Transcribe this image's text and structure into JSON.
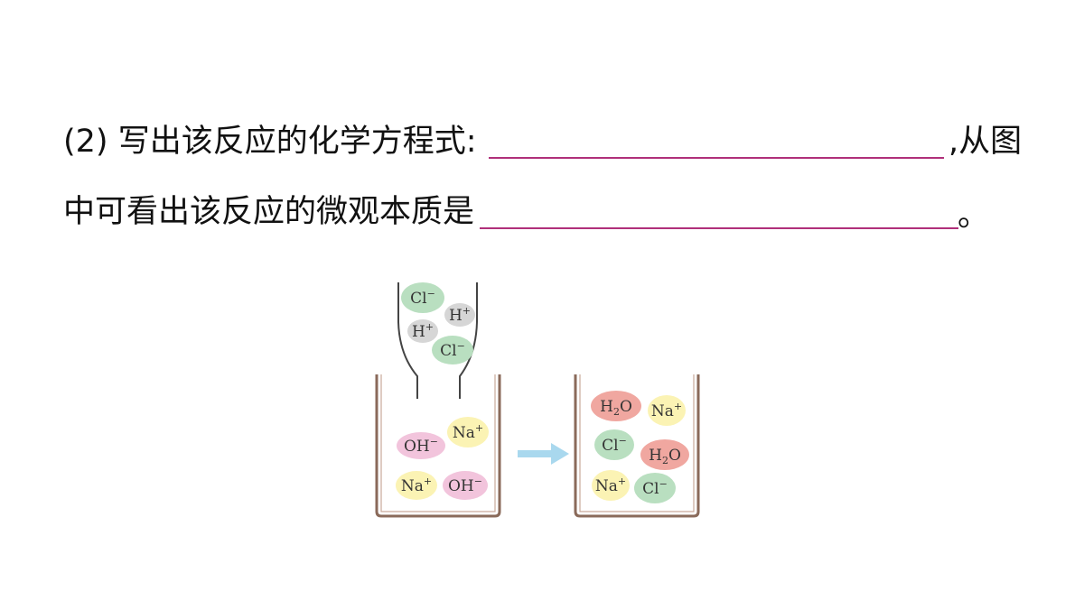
{
  "question": {
    "line1_prefix": "(2) 写出该反应的化学方程式:",
    "line1_suffix": ",从图",
    "line2_prefix": "中可看出该反应的微观本质是",
    "line2_suffix": "。"
  },
  "diagram": {
    "dropper_ions": [
      {
        "base": "Cl",
        "sup": "−",
        "color": "#b9dfc0"
      },
      {
        "base": "H",
        "sup": "+",
        "color": "#d6d6d6"
      },
      {
        "base": "H",
        "sup": "+",
        "color": "#d6d6d6"
      },
      {
        "base": "Cl",
        "sup": "−",
        "color": "#b9dfc0"
      }
    ],
    "beaker_left_ions": [
      {
        "base": "Na",
        "sup": "+",
        "color": "#fbf3b4"
      },
      {
        "base": "OH",
        "sup": "−",
        "color": "#f2c4dc"
      },
      {
        "base": "Na",
        "sup": "+",
        "color": "#fbf3b4"
      },
      {
        "base": "OH",
        "sup": "−",
        "color": "#f2c4dc"
      }
    ],
    "beaker_right_ions": [
      {
        "base": "H",
        "sub": "2",
        "tail": "O",
        "color": "#f0a7a0"
      },
      {
        "base": "Na",
        "sup": "+",
        "color": "#fbf3b4"
      },
      {
        "base": "Cl",
        "sup": "−",
        "color": "#b9dfc0"
      },
      {
        "base": "H",
        "sub": "2",
        "tail": "O",
        "color": "#f0a7a0"
      },
      {
        "base": "Na",
        "sup": "+",
        "color": "#fbf3b4"
      },
      {
        "base": "Cl",
        "sup": "−",
        "color": "#b9dfc0"
      }
    ],
    "arrow_color": "#a9d8ee",
    "beaker_color": "#8a6a5a"
  }
}
